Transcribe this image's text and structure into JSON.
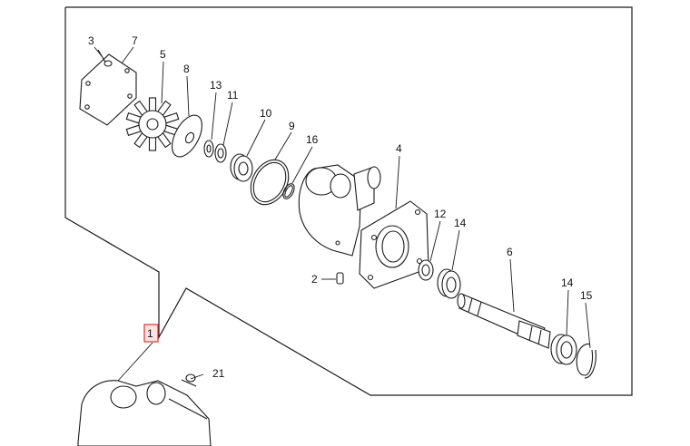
{
  "colors": {
    "line": "#1a1a1a",
    "background": "#ffffff",
    "highlight_border": "#e03030",
    "highlight_fill": "#fde2e2"
  },
  "assembly": {
    "label": "1"
  },
  "callouts": {
    "c2": "2",
    "c3": "3",
    "c4": "4",
    "c5": "5",
    "c6": "6",
    "c7": "7",
    "c8": "8",
    "c9": "9",
    "c10": "10",
    "c11": "11",
    "c12": "12",
    "c13": "13",
    "c14a": "14",
    "c14b": "14",
    "c15": "15",
    "c16": "16",
    "c21": "21"
  }
}
